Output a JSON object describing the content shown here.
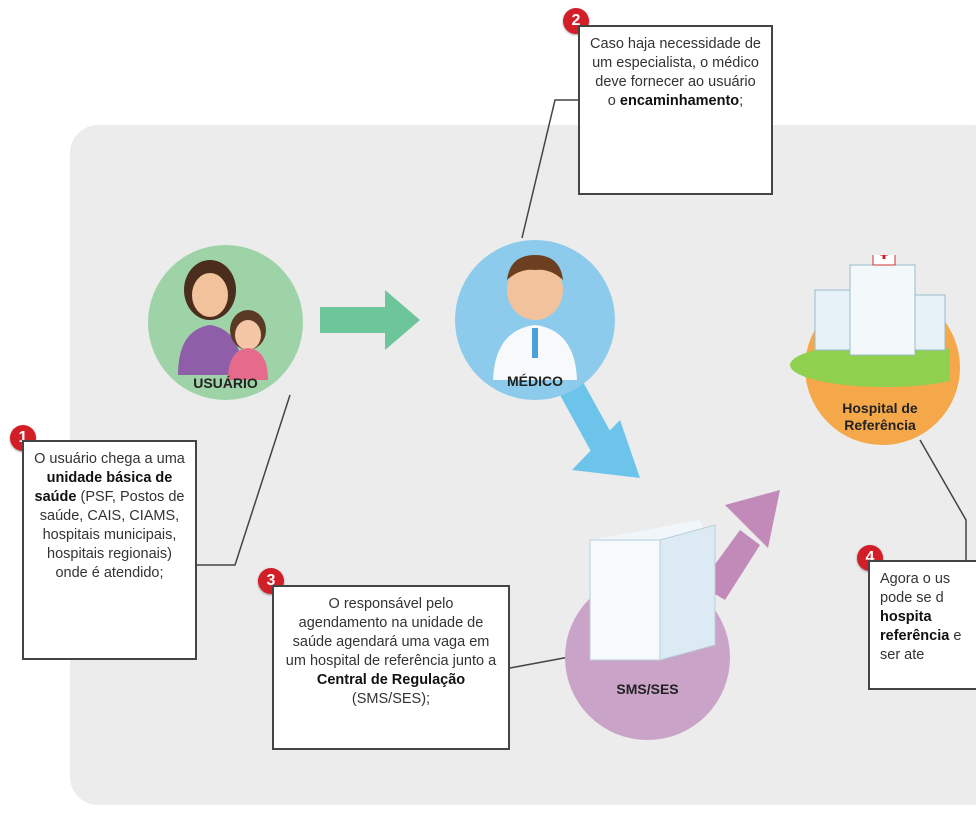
{
  "nodes": {
    "usuario": "USUÁRIO",
    "medico": "MÉDICO",
    "hospital_line1": "Hospital de",
    "hospital_line2": "Referência",
    "sms": "SMS/SES"
  },
  "steps": [
    {
      "number": "1",
      "text_before": "O usuário chega a uma",
      "bold": "unidade básica de saúde",
      "text_after": "(PSF, Postos de saúde, CAIS, CIAMS, hospitais municipais, hospitais regionais) onde é atendido;"
    },
    {
      "number": "2",
      "text_before": "Caso haja necessidade de um especialista, o médico deve fornecer ao usuário o",
      "bold": "encaminhamento",
      "text_after": ";"
    },
    {
      "number": "3",
      "text_before": "O responsável pelo agendamento na unidade de saúde agendará uma vaga em um hospital de referência junto a",
      "bold": "Central de Regulação",
      "text_after": "(SMS/SES);"
    },
    {
      "number": "4",
      "text_before": "Agora o us pode se d",
      "bold": "hospita referência",
      "text_after": "e ser ate"
    }
  ],
  "colors": {
    "usuario_circle": "#9ed3a8",
    "medico_circle": "#8ccbeb",
    "hospital_circle": "#f4a84a",
    "sms_circle": "#c9a3c8",
    "badge": "#d21e27"
  }
}
